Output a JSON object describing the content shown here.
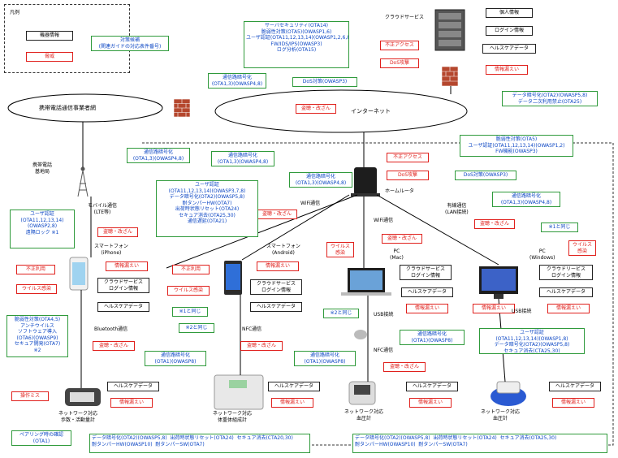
{
  "legend": {
    "title": "凡例",
    "device_info": "機器情報",
    "threat": "脅威",
    "countermeasure": "対策候補\n(関連ガイドの対応表件番号)"
  },
  "clouds": {
    "carrier_network": "携帯電話通信事業者網",
    "internet": "インターネット"
  },
  "places": {
    "cloud_service": "クラウドサービス",
    "base_station": "携帯電話\n基地局",
    "mobile_comm": "モバイル通信\n(LTE等)",
    "home_router": "ホームルータ",
    "wifi_comm": "WiFi通信",
    "wifi_comm2": "WiFi通信",
    "wired_comm": "有線通信\n(LAN接続)",
    "smartphone_iphone": "スマートフォン\n(iPhone)",
    "smartphone_android": "スマートフォン\n(Android)",
    "pc_mac": "PC\n(Mac)",
    "pc_windows": "PC\n(Windows)",
    "bluetooth_comm": "Bluetooth通信",
    "nfc_comm": "NFC通信",
    "nfc_comm2": "NFC通信",
    "usb_conn": "USB接続",
    "usb_conn2": "USB接続",
    "pedometer": "ネットワーク対応\n歩数・活動量計",
    "body_scale": "ネットワーク対応\n体重体組成計",
    "bp_monitor": "ネットワーク対応\n血圧計",
    "bp_monitor2": "ネットワーク対応\n血圧計"
  },
  "cloud_info": [
    "個人情報",
    "ログイン情報",
    "ヘルスケアデータ"
  ],
  "countermeasures": {
    "cloud_security": "サーバセキュリティ(OTA14)\n脆弱性対策(OTA5)(OWASP1,6)\nユーザ認証(OTA11,12,13,14)(OWASP1,2,6,8)\nFW/IDS/IPS(OWASP3)\nログ分析(OTA15)",
    "dos_cloud": "DoS対策(OWASP3)",
    "cloud_encrypt": "データ暗号化(OTA2)(OWASP5,8)\nデータ二次利用禁止(OTA25)",
    "carrier_encrypt": "通信路暗号化\n(OTA1,3)(OWASP4,8)",
    "mobile_encrypt": "通信路暗号化\n(OTA1,3)(OWASP4,8)",
    "router_encrypt": "通信路暗号化\n(OTA1,3)(OWASP4,8)",
    "wifi_encrypt": "通信路暗号化\n(OTA1,3)(OWASP4,8)",
    "router_security": "脆弱性対策(OTA5)\nユーザ認証(OTA11,12,13,14)(OWASP1,2)\nFW機能(OWASP3)",
    "router_dos": "DoS対策(OWASP3)",
    "lan_encrypt": "通信路暗号化\n(OTA1,3)(OWASP4,8)",
    "android_security": "ユーザ認証\n(OTA11,12,13,14)(OWASP3,7,8)\nデータ暗号化(OTA2)(OWASP5,8)\n耐タンパーHW(OTA7)\n出荷時状態リセット(OTA24)\nセキュア消去(OTA25,30)\n通信遅延(OTA21)",
    "iphone_auth": "ユーザ認証\n(OTA11,12,13,14)\n(OWASP2,8)\n遠隔ロック ※1",
    "iphone_vuln": "脆弱性対策(OTA4,5)\nアンチウイルス\nソフトウェア導入\n(OTA6)(OWASP9)\nセキュア開発(OTA7)\n※2",
    "same_as_1": "※1と同じ",
    "same_as_2": "※2と同じ",
    "same_as_2_mac": "※2と同じ",
    "same_as_1_win": "※1と同じ",
    "bt_encrypt": "通信路暗号化\n(OTA1)(OWASP8)",
    "nfc_encrypt": "通信路暗号化\n(OTA1)(OWASP8)",
    "usb_encrypt": "通信路暗号化\n(OTA1)(OWASP8)",
    "pc_security": "ユーザ認証\n(OTA11,12,13,14)(OWASP1,8)\nデータ暗号化(OTA2)(OWASP5,8)\nセキュア消去(CTA25,30)",
    "pairing": "ペアリング時の確認\n(OTA1)",
    "device_left": "データ暗号化(OTA2)(OWASP5,8)  出荷時状態リセット(OTA24)  セキュア消去(CTA20,30)\n耐タンパーHW(OWASP10)  耐タンパーSW(OTA7)",
    "device_right": "データ暗号化(OTA2)(OWASP5,8)  出荷時状態リセット(OTA24)  セキュア消去(OTA25,30)\n耐タンパーHW(OWASP10)  耐タンパーSW(OTA7)"
  },
  "threats": {
    "unauth_access": "不正アクセス",
    "dos_attack": "DoS攻撃",
    "info_leak_cloud": "情報漏えい",
    "tamper_carrier": "盗聴・改ざん",
    "tamper_mobile": "盗聴・改ざん",
    "tamper_router": "盗聴・改ざん",
    "unauth_router": "不正アクセス",
    "dos_router": "DoS攻撃",
    "tamper_wifi": "盗聴・改ざん",
    "tamper_lan": "盗聴・改ざん",
    "virus_mac": "ウイルス\n感染",
    "virus_win": "ウイルス\n感染",
    "unauth_iphone": "不正利用",
    "virus_iphone": "ウイルス感染",
    "leak_iphone": "情報漏えい",
    "unauth_android": "不正利用",
    "virus_android": "ウイルス感染",
    "leak_android": "情報漏えい",
    "tamper_bt": "盗聴・改ざん",
    "tamper_nfc": "盗聴・改ざん",
    "tamper_nfc2": "盗聴・改ざん",
    "leak_mac": "情報漏えい",
    "leak_win": "情報漏えい",
    "misoperation": "操作ミス",
    "leak_pedometer": "情報漏えい",
    "leak_scale": "情報漏えい",
    "leak_bp": "情報漏えい",
    "leak_bp2": "情報漏えい"
  },
  "device_info": {
    "iphone": [
      "クラウドサービス\nログイン情報",
      "ヘルスケアデータ"
    ],
    "android": [
      "クラウドサービス\nログイン情報",
      "ヘルスケアデータ"
    ],
    "mac": [
      "クラウドサービス\nログイン情報",
      "ヘルスケアデータ"
    ],
    "windows": [
      "クラウドリービス\nログイン情報",
      "ヘルスケアデータ"
    ],
    "pedometer": "ヘルスケアデータ",
    "scale": "ヘルスケアデータ",
    "bp": "ヘルスケアデータ",
    "bp2": "ヘルスケアデータ"
  },
  "colors": {
    "green": "#2f9a3b",
    "red": "#e0201c",
    "blue_text": "#0d47c4",
    "brick": "#b5472e"
  }
}
